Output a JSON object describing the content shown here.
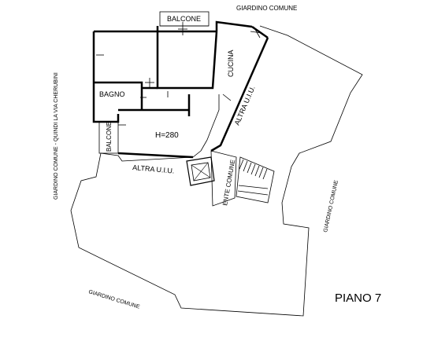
{
  "plan": {
    "rooms": {
      "balcone_top": "BALCONE",
      "cucina": "CUCINA",
      "bagno": "BAGNO",
      "balcone_left": "BALCONE",
      "height_mark": "H=280"
    },
    "neighbours": {
      "altra_uiu_right": "ALTRA U.I.U.",
      "altra_uiu_bottom": "ALTRA U.I.U.",
      "ente_comune": "ENTE COMUNE"
    },
    "surroundings": {
      "giardino_top": "GIARDINO COMUNE",
      "giardino_left": "GIARDINO COMUNE - QUINDI LA VIA CHERUBINI",
      "giardino_right": "GIARDINO COMUNE",
      "giardino_bottom": "GIARDINO COMUNE"
    },
    "floor_label": "PIANO 7"
  }
}
